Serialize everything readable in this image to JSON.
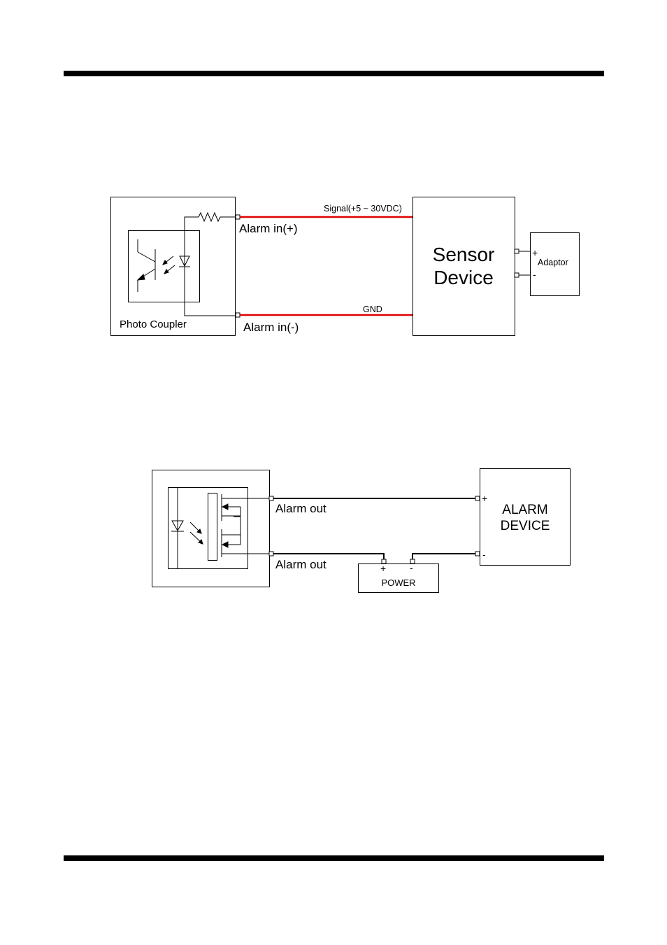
{
  "diagram1": {
    "signal_label": "Signal(+5 ~ 30VDC)",
    "gnd_label": "GND",
    "alarm_in_plus": "Alarm in(+)",
    "alarm_in_minus": "Alarm in(-)",
    "photo_coupler": "Photo Coupler",
    "sensor_line1": "Sensor",
    "sensor_line2": "Device",
    "adaptor": "Adaptor",
    "plus": "+",
    "minus": "-",
    "wire_color": "#e00000"
  },
  "diagram2": {
    "alarm_out_top": "Alarm out",
    "alarm_out_bottom": "Alarm out",
    "alarm_line1": "ALARM",
    "alarm_line2": "DEVICE",
    "power": "POWER",
    "plus": "+",
    "minus": "-"
  }
}
